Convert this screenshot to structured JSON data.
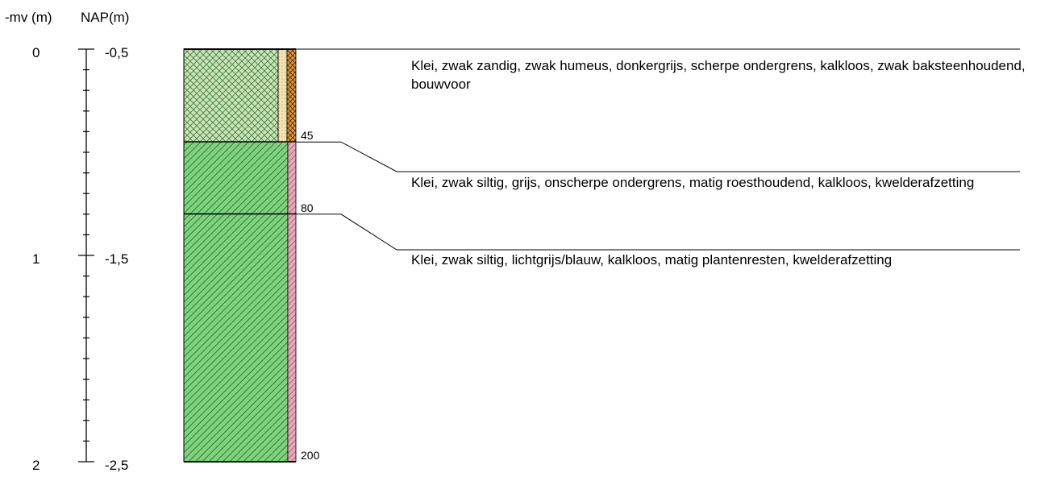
{
  "header": {
    "mv": "-mv (m)",
    "nap": "NAP(m)"
  },
  "axis": {
    "mv_labels": [
      "0",
      "1",
      "2"
    ],
    "nap_labels": [
      "-0,5",
      "-1,5",
      "-2,5"
    ],
    "max_depth_cm": 200
  },
  "layers": [
    {
      "top_cm": 0,
      "bottom_cm": 45,
      "bottom_label": "45",
      "lithology": "crosshatch",
      "fill_color": "#c8e6b4",
      "side_colors": [
        "#f3e3b0",
        "#e59a3a"
      ],
      "description": "Klei, zwak zandig, zwak humeus, donkergrijs, scherpe ondergrens, kalkloos, zwak baksteenhoudend, bouwvoor"
    },
    {
      "top_cm": 45,
      "bottom_cm": 80,
      "bottom_label": "80",
      "lithology": "diagonal",
      "fill_color": "#7fd27f",
      "side_colors": [
        "#e8a6b8"
      ],
      "description": "Klei, zwak siltig, grijs, onscherpe ondergrens, matig roesthoudend, kalkloos, kwelderafzetting"
    },
    {
      "top_cm": 80,
      "bottom_cm": 200,
      "bottom_label": "200",
      "lithology": "diagonal",
      "fill_color": "#7fd27f",
      "side_colors": [
        "#e8a6b8"
      ],
      "description": "Klei, zwak siltig, lichtgrijs/blauw, kalkloos, matig plantenresten, kwelderafzetting"
    }
  ]
}
